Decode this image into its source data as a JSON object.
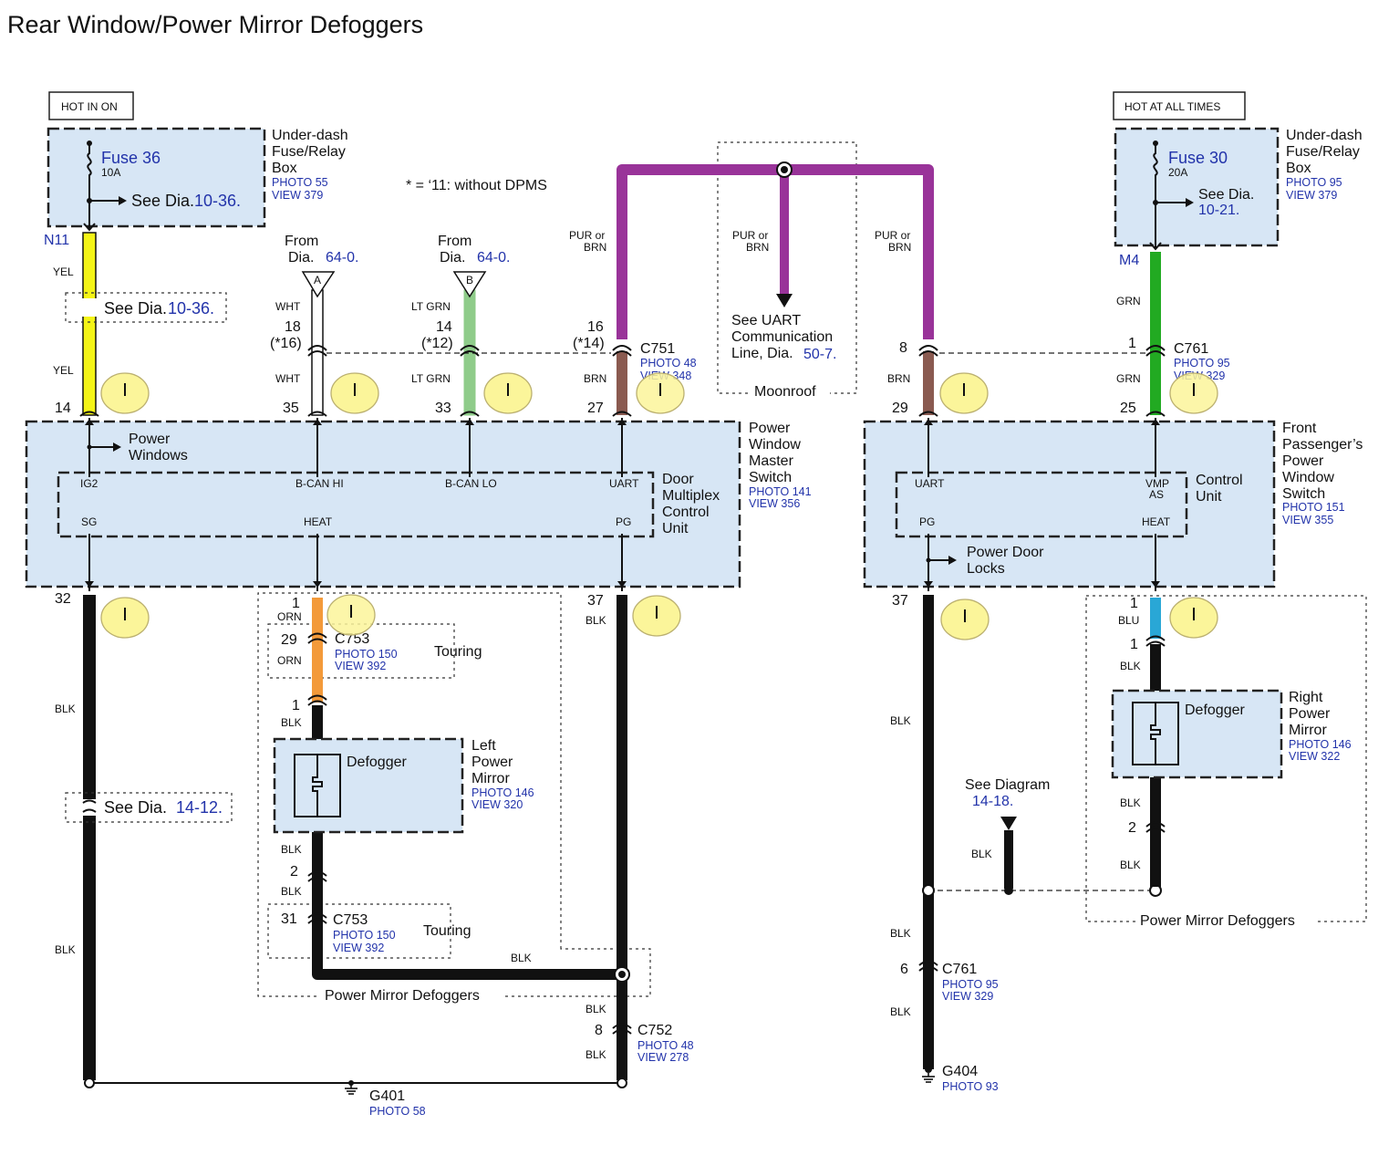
{
  "title": "Rear Window/Power Mirror Defoggers",
  "note": "* = ‘11: without DPMS",
  "left_supply": {
    "power_label": "HOT IN ON",
    "fuse": "Fuse 36",
    "amps": "10A",
    "see": "See Dia.",
    "see_ref": "10-36.",
    "box_name": [
      "Under-dash",
      "Fuse/Relay",
      "Box"
    ],
    "photo": "PHOTO 55",
    "view": "VIEW 379",
    "terminal": "N11"
  },
  "right_supply": {
    "power_label": "HOT AT ALL TIMES",
    "fuse": "Fuse 30",
    "amps": "20A",
    "see": "See Dia.",
    "see_ref": "10-21.",
    "box_name": [
      "Under-dash",
      "Fuse/Relay",
      "Box"
    ],
    "photo": "PHOTO 95",
    "view": "VIEW 379",
    "terminal": "M4"
  },
  "from_a": {
    "from": "From",
    "dia": "Dia.",
    "ref": "64-0.",
    "marker": "A"
  },
  "from_b": {
    "from": "From",
    "dia": "Dia.",
    "ref": "64-0.",
    "marker": "B"
  },
  "uart": {
    "lines": [
      "See UART",
      "Communication",
      "Line, Dia."
    ],
    "ref": "50-7.",
    "area": "Moonroof"
  },
  "see_refs": {
    "yel": {
      "text": "See Dia.",
      "ref": "10-36."
    },
    "blk": {
      "text": "See Dia.",
      "ref": "14-12."
    },
    "diagram": {
      "text": "See Diagram",
      "ref": "14-18."
    }
  },
  "wire_labels": {
    "yel_top": "YEL",
    "yel_bot": "YEL",
    "wht_top": "WHT",
    "wht_bot": "WHT",
    "ltgrn_top": "LT GRN",
    "ltgrn_bot": "LT GRN",
    "pur1": [
      "PUR or",
      "BRN"
    ],
    "pur2": [
      "PUR or",
      "BRN"
    ],
    "pur3": [
      "PUR or",
      "BRN"
    ],
    "brn1": "BRN",
    "brn2": "BRN",
    "grn_top": "GRN",
    "grn_bot": "GRN",
    "orn1": "ORN",
    "orn2": "ORN",
    "blk": "BLK",
    "blu": "BLU"
  },
  "pins": {
    "p14": "14",
    "p35": "35",
    "p33": "33",
    "p27": "27",
    "p29": "29",
    "p25": "25",
    "p18": "18",
    "p18n": "(*16)",
    "p14b": "14",
    "p14bn": "(*12)",
    "p16": "16",
    "p16n": "(*14)",
    "p8": "8",
    "p1": "1",
    "p32": "32",
    "p37": "37",
    "p37r": "37",
    "orn1": "1",
    "orn29": "29",
    "m1": "1",
    "m2": "2",
    "m31": "31",
    "c752": "8",
    "r1": "1",
    "r1b": "1",
    "r2": "2",
    "c761b": "6"
  },
  "connectors": {
    "c751": {
      "name": "C751",
      "photo": "PHOTO 48",
      "view": "VIEW 348"
    },
    "c761": {
      "name": "C761",
      "photo": "PHOTO 95",
      "view": "VIEW 329"
    },
    "c753a": {
      "name": "C753",
      "photo": "PHOTO 150",
      "view": "VIEW 392",
      "opt": "Touring"
    },
    "c753b": {
      "name": "C753",
      "photo": "PHOTO 150",
      "view": "VIEW 392",
      "opt": "Touring"
    },
    "c752": {
      "name": "C752",
      "photo": "PHOTO 48",
      "view": "VIEW 278"
    },
    "c761b": {
      "name": "C761",
      "photo": "PHOTO 95",
      "view": "VIEW 329"
    }
  },
  "master_switch": {
    "name": [
      "Power",
      "Window",
      "Master",
      "Switch"
    ],
    "photo": "PHOTO 141",
    "view": "VIEW 356",
    "power_windows": [
      "Power",
      "Windows"
    ],
    "inner": [
      "Door",
      "Multiplex",
      "Control",
      "Unit"
    ],
    "pins_top": [
      "IG2",
      "B-CAN HI",
      "B-CAN LO",
      "UART"
    ],
    "pins_bot": [
      "SG",
      "HEAT",
      "PG"
    ]
  },
  "passenger_switch": {
    "name": [
      "Front",
      "Passenger’s",
      "Power",
      "Window",
      "Switch"
    ],
    "photo": "PHOTO 151",
    "view": "VIEW 355",
    "inner": [
      "Control",
      "Unit"
    ],
    "pins_top": [
      "UART",
      "VMP",
      "AS"
    ],
    "pins_bot": [
      "PG",
      "HEAT"
    ],
    "door_locks": [
      "Power Door",
      "Locks"
    ]
  },
  "left_mirror": {
    "component": "Defogger",
    "name": [
      "Left",
      "Power",
      "Mirror"
    ],
    "photo": "PHOTO 146",
    "view": "VIEW 320"
  },
  "right_mirror": {
    "component": "Defogger",
    "name": [
      "Right",
      "Power",
      "Mirror"
    ],
    "photo": "PHOTO 146",
    "view": "VIEW 322"
  },
  "areas": {
    "left_pmd": "Power Mirror Defoggers",
    "right_pmd": "Power Mirror Defoggers"
  },
  "grounds": {
    "g401": {
      "name": "G401",
      "photo": "PHOTO 58"
    },
    "g404": {
      "name": "G404",
      "photo": "PHOTO 93"
    }
  },
  "wire_colors": {
    "yellow": "#f4f416",
    "purple": "#993399",
    "brown": "#8a5a50",
    "white": "#ffffff",
    "lt_green": "#8fcc8a",
    "green": "#22aa22",
    "orange": "#f39a3a",
    "blue": "#29a7d6",
    "black": "#111111"
  },
  "icons": [
    "fuse-icon",
    "ground-icon",
    "heater-element-icon",
    "clock-tip-icon"
  ]
}
